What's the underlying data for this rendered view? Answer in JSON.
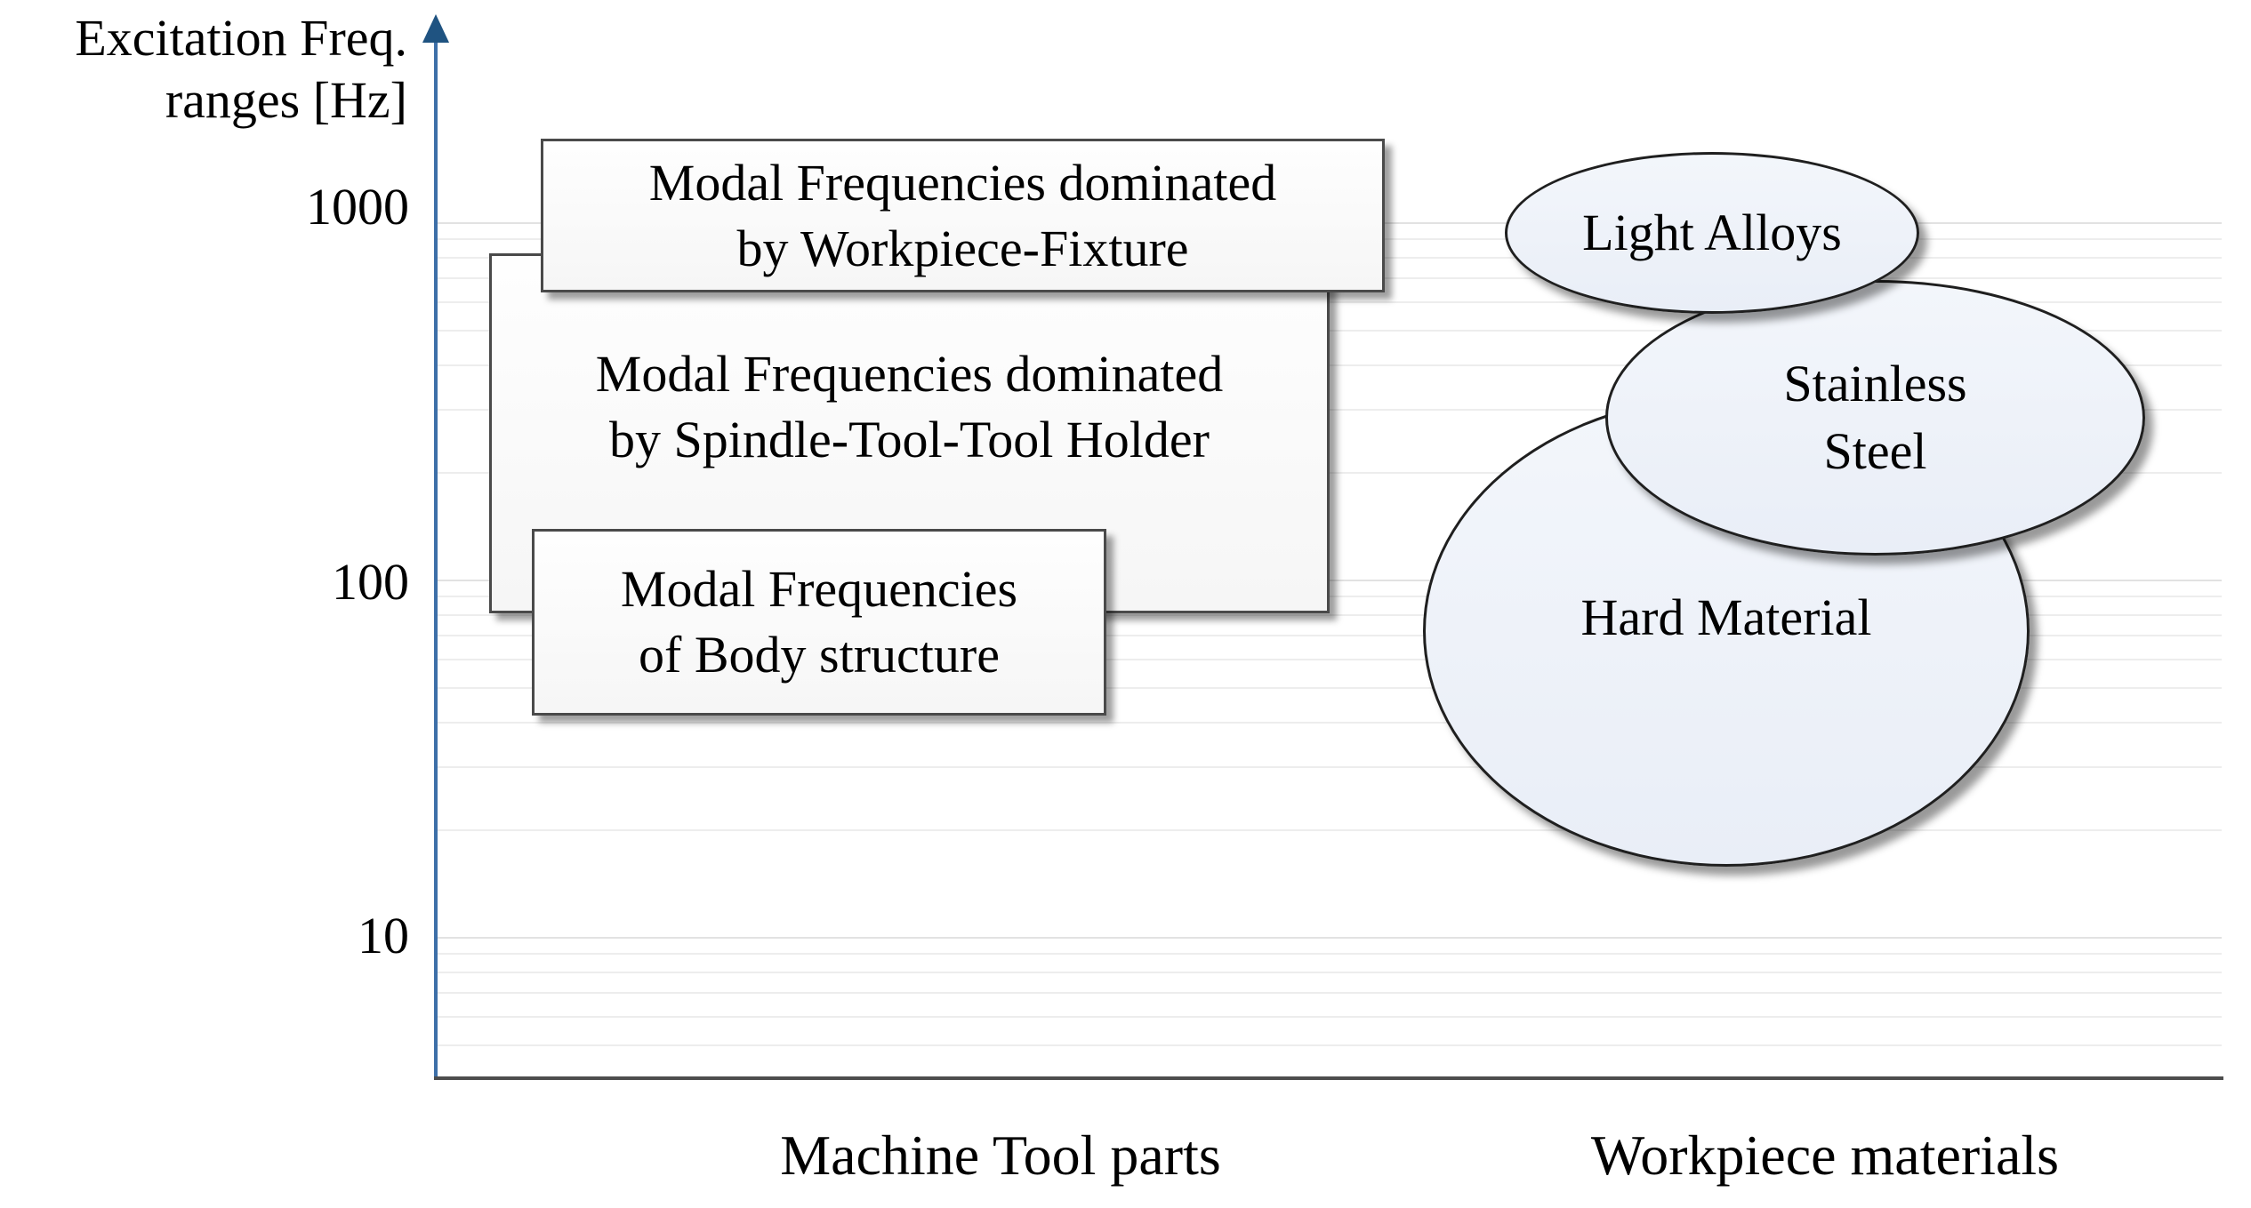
{
  "figure": {
    "y_axis_title_line1": "Excitation Freq.",
    "y_axis_title_line2": "ranges [Hz]",
    "y_ticks": [
      "1000",
      "100",
      "10"
    ],
    "x_labels": {
      "machine": "Machine Tool parts",
      "workpiece": "Workpiece materials"
    }
  },
  "boxes": {
    "workpiece_fixture": {
      "line1": "Modal Frequencies dominated",
      "line2": "by Workpiece-Fixture"
    },
    "spindle_tool_holder": {
      "line1": "Modal Frequencies dominated",
      "line2": "by Spindle-Tool-Tool Holder"
    },
    "body_structure": {
      "line1": "Modal Frequencies",
      "line2": "of Body structure"
    }
  },
  "ellipses": {
    "light_alloys": {
      "label": "Light Alloys"
    },
    "stainless_steel": {
      "line1": "Stainless",
      "line2": "Steel"
    },
    "hard_material": {
      "label": "Hard Material"
    }
  },
  "colors": {
    "y_axis_blue": "#3d6fa8",
    "y_axis_arrow": "#1f5381",
    "x_axis_gray": "#4d4d4d",
    "gridline_minor": "#ededed",
    "gridline_major": "#e2e2e2",
    "box_fill": "#fbfbfb",
    "box_border": "#4a4a4a",
    "ellipse_fill": "#edf1f8",
    "ellipse_border": "#1f1f1f",
    "text": "#000000"
  },
  "chart_data": {
    "type": "range_annotation",
    "title": "",
    "y_axis": {
      "label": "Excitation Freq. ranges [Hz]",
      "scale": "log10",
      "tick_values": [
        1000,
        100,
        10
      ],
      "approx_range_hz": [
        4,
        3500
      ],
      "grid": "minor log gridlines, horizontal only"
    },
    "x_groups": [
      "Machine Tool parts",
      "Workpiece materials"
    ],
    "machine_tool_parts": [
      {
        "name": "Modal Frequencies dominated by Workpiece-Fixture",
        "freq_range_hz": [
          650,
          1770
        ]
      },
      {
        "name": "Modal Frequencies dominated by Spindle-Tool-Tool Holder",
        "freq_range_hz": [
          80,
          840
        ]
      },
      {
        "name": "Modal Frequencies of Body structure",
        "freq_range_hz": [
          42,
          141
        ]
      }
    ],
    "workpiece_materials": [
      {
        "name": "Light Alloys",
        "freq_range_hz": [
          570,
          1620
        ]
      },
      {
        "name": "Stainless Steel",
        "freq_range_hz": [
          120,
          710
        ]
      },
      {
        "name": "Hard Material",
        "freq_range_hz": [
          16,
          335
        ]
      }
    ],
    "legend": "none",
    "notes": "Conceptual diagram: rectangles = machine-tool structural mode ranges; ellipses = typical excitation ranges when cutting each workpiece material."
  }
}
